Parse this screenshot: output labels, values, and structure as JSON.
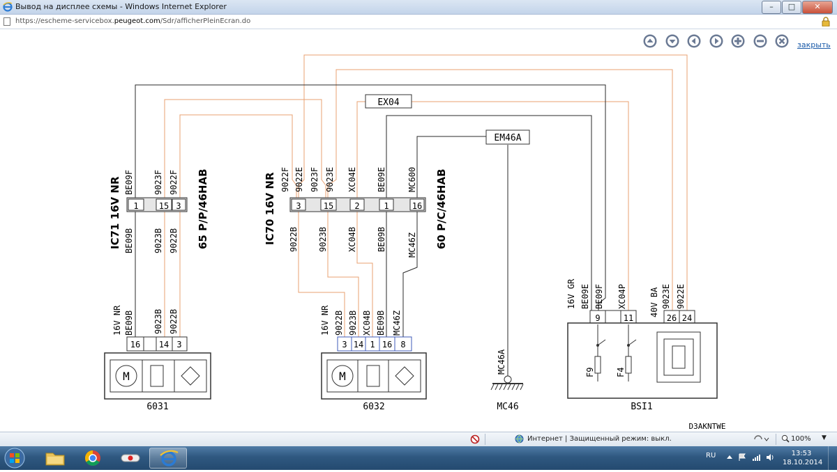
{
  "window": {
    "title": "Вывод на дисплее схемы - Windows Internet Explorer",
    "min": "–",
    "max": "□",
    "close": "✕"
  },
  "address": {
    "prefix": "https://escheme-servicebox.",
    "domain": "peugeot.com",
    "path": "/Sdr/afficherPleinEcran.do"
  },
  "toolbar": {
    "close_label": "закрыть",
    "buttons": [
      "up-arrow-icon",
      "down-arrow-icon",
      "left-arrow-icon",
      "right-arrow-icon",
      "zoom-in-icon",
      "zoom-out-icon",
      "close-icon"
    ]
  },
  "schema": {
    "connectors": {
      "ic71": {
        "label": "IC71  16V NR",
        "spec": "65 P/P/46HAB",
        "pins": [
          "1",
          "15",
          "3"
        ],
        "top_wires": [
          "BE09F",
          "9023F",
          "9022F"
        ],
        "bottom_wires": [
          "BE09B",
          "9023B",
          "9022B"
        ]
      },
      "ic70": {
        "label": "IC70  16V NR",
        "spec": "60 P/C/46HAB",
        "pins": [
          "3",
          "15",
          "2",
          "1",
          "16"
        ],
        "top_wires": [
          "9022F",
          "9022E",
          "9023F",
          "9023E",
          "XC04E",
          "BE09E",
          "MC600"
        ],
        "bottom_wires": [
          "9022B",
          "9023B",
          "XC04B",
          "BE09B",
          "MC46Z"
        ]
      }
    },
    "labels": {
      "ex04": "EX04",
      "em46a": "EM46A"
    },
    "dev6031": {
      "name": "6031",
      "conn": "16V  NR",
      "wires": [
        "BE09B",
        "9023B",
        "9022B"
      ],
      "pins": [
        "16",
        "14",
        "3"
      ]
    },
    "dev6032": {
      "name": "6032",
      "conn": "16V  NR",
      "wires": [
        "9022B",
        "9023B",
        "XC04B",
        "BE09B",
        "MC46Z"
      ],
      "pins": [
        "3",
        "14",
        "1",
        "16",
        "8"
      ]
    },
    "mc46": {
      "name": "MC46",
      "wire": "MC46A"
    },
    "bsi1": {
      "name": "BSI1",
      "conn1": "16V  GR",
      "conn1_wires": [
        "BE09E",
        "BE09F",
        "XC04P"
      ],
      "conn1_pins": [
        "9",
        "11"
      ],
      "conn2": "40V  BA",
      "conn2_wires": [
        "9023E",
        "9022E"
      ],
      "conn2_pins": [
        "26",
        "24"
      ],
      "fuses": [
        "F9",
        "F4"
      ]
    },
    "ref": "D3AKNTWE"
  },
  "status": {
    "zone": "Интернет | Защищенный режим: выкл.",
    "zoom": "100%"
  },
  "taskbar": {
    "lang": "RU",
    "time": "13:53",
    "date": "18.10.2014"
  },
  "colors": {
    "orange": "#e8a070",
    "dark": "#2a2a2a",
    "blue": "#3f5bb8"
  }
}
